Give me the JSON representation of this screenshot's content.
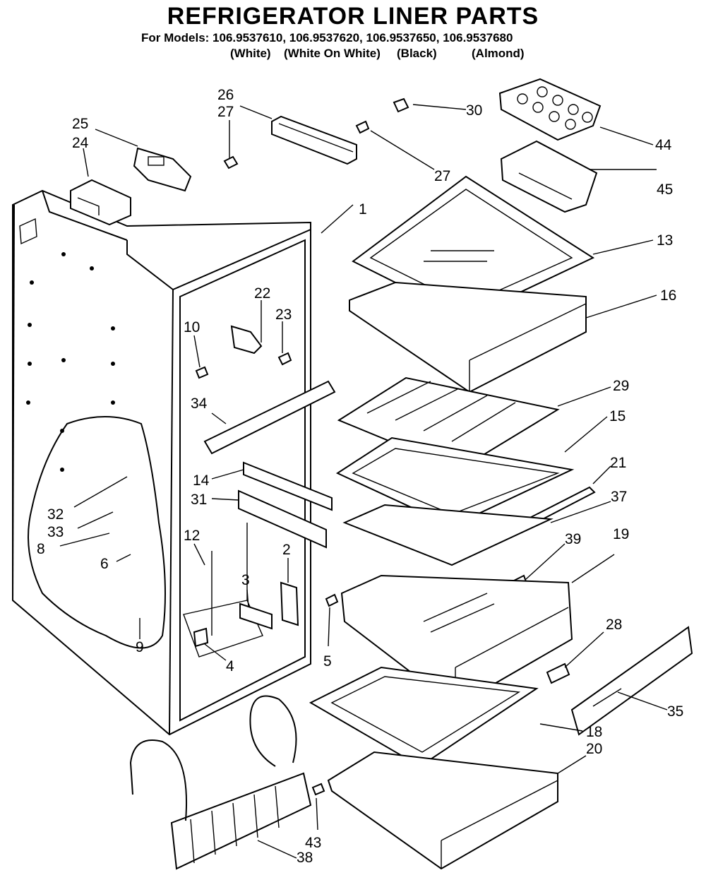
{
  "header": {
    "title": "REFRIGERATOR LINER PARTS",
    "models_line": "For Models: 106.9537610, 106.9537620, 106.9537650, 106.9537680",
    "colors": [
      "(White)",
      "(White On White)",
      "(Black)",
      "(Almond)"
    ]
  },
  "callouts": [
    "1",
    "2",
    "3",
    "4",
    "5",
    "6",
    "8",
    "9",
    "10",
    "12",
    "13",
    "14",
    "15",
    "16",
    "18",
    "19",
    "20",
    "21",
    "22",
    "23",
    "24",
    "25",
    "26",
    "27",
    "27",
    "28",
    "29",
    "30",
    "31",
    "32",
    "33",
    "34",
    "35",
    "37",
    "38",
    "39",
    "43",
    "44",
    "45"
  ],
  "part_icons": [
    "cabinet-liner",
    "cover-bracket",
    "control-housing",
    "shelf-support-rail",
    "screw",
    "egg-tray",
    "egg-bin",
    "glass-shelf",
    "crisper-drawer",
    "wire-shelf",
    "shelf-frame",
    "drawer",
    "meat-pan",
    "grille",
    "wire-harness"
  ]
}
